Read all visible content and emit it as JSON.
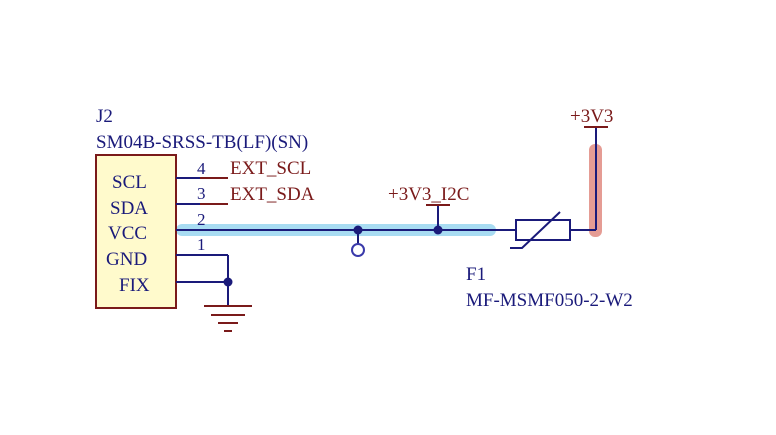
{
  "connector": {
    "designator": "J2",
    "part_number": "SM04B-SRSS-TB(LF)(SN)",
    "pins": [
      {
        "name": "SCL",
        "number": "4"
      },
      {
        "name": "SDA",
        "number": "3"
      },
      {
        "name": "VCC",
        "number": "2"
      },
      {
        "name": "GND",
        "number": "1"
      },
      {
        "name": "FIX",
        "number": ""
      }
    ]
  },
  "nets": {
    "scl": "EXT_SCL",
    "sda": "EXT_SDA",
    "vcc_i2c": "+3V3_I2C",
    "power": "+3V3"
  },
  "fuse": {
    "designator": "F1",
    "part_number": "MF-MSMF050-2-W2"
  },
  "colors": {
    "wire": "#1a1a7a",
    "net_label": "#7a1a1a",
    "highlight_blue": "#a8dcf2",
    "highlight_red": "#e59c94",
    "component_fill": "#fffacc",
    "component_border": "#7a1a1a"
  }
}
